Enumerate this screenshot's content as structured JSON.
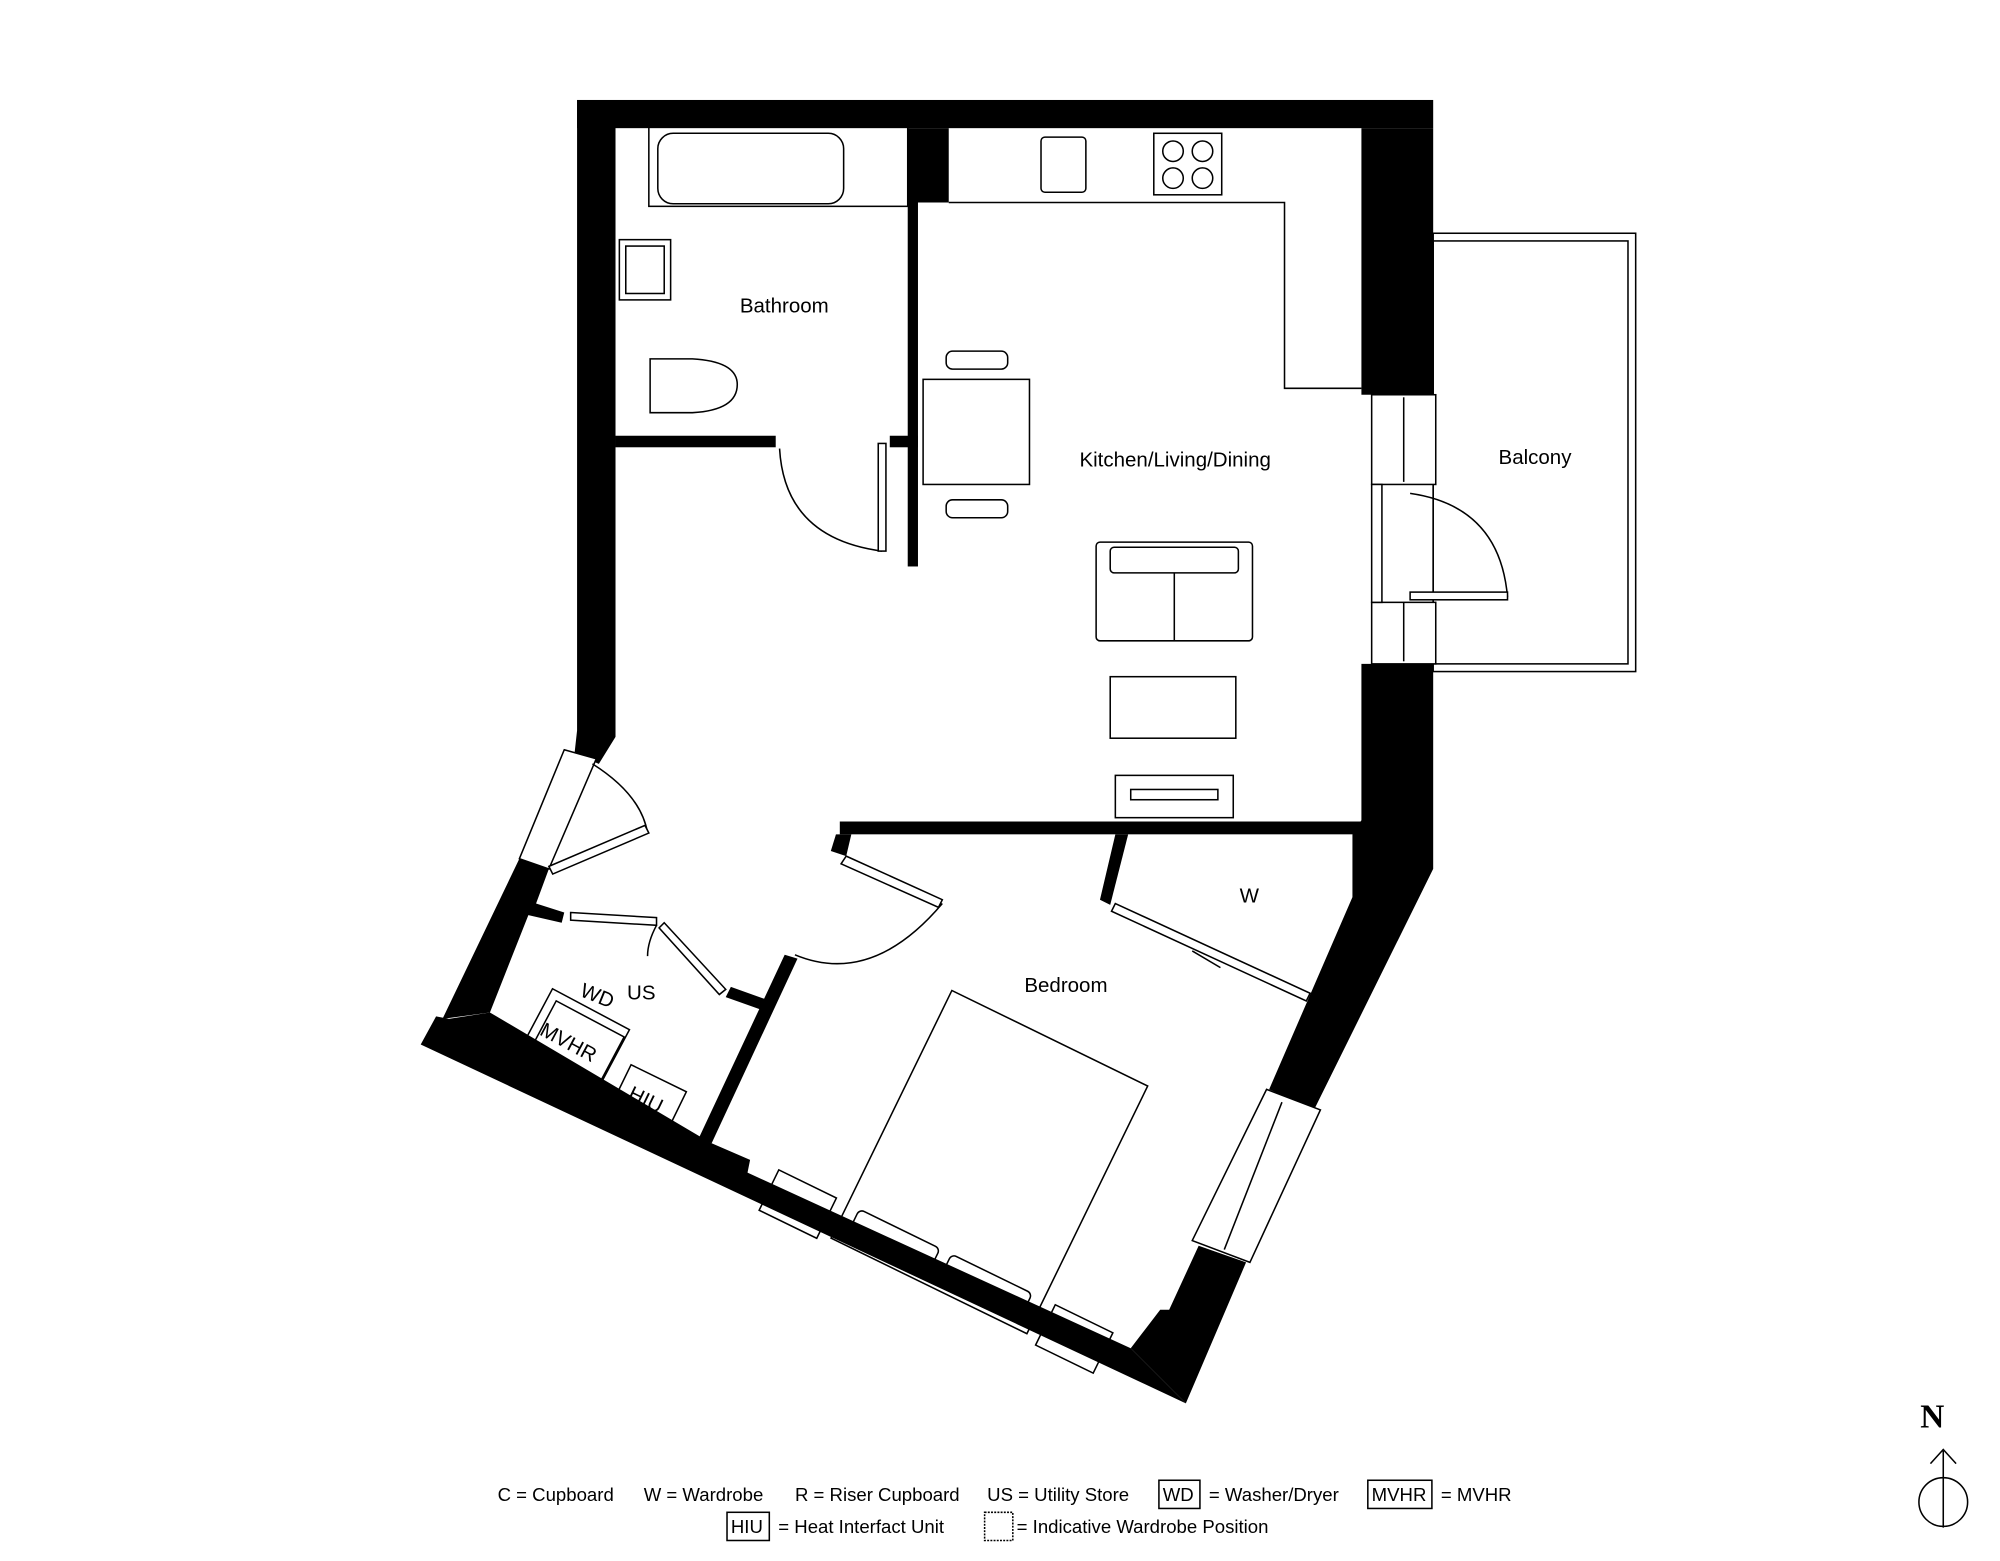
{
  "rooms": {
    "bathroom": "Bathroom",
    "kitchen": "Kitchen/Living/Dining",
    "balcony": "Balcony",
    "bedroom": "Bedroom",
    "wardrobe": "W",
    "utility": "US",
    "washer": "WD",
    "mvhr": "MVHR",
    "hiu": "HIU"
  },
  "legend": {
    "row1": [
      {
        "text": "C = Cupboard"
      },
      {
        "text": "W = Wardrobe"
      },
      {
        "text": "R = Riser Cupboard"
      },
      {
        "text": "US = Utility Store"
      },
      {
        "box": "WD",
        "text": "= Washer/Dryer"
      },
      {
        "box": "MVHR",
        "text": "= MVHR"
      }
    ],
    "row2": [
      {
        "box": "HIU",
        "text": "= Heat Interfact Unit"
      },
      {
        "box": "",
        "text": "= Indicative Wardrobe Position"
      }
    ]
  },
  "compass": {
    "label": "N",
    "icon": "north-arrow-icon"
  }
}
